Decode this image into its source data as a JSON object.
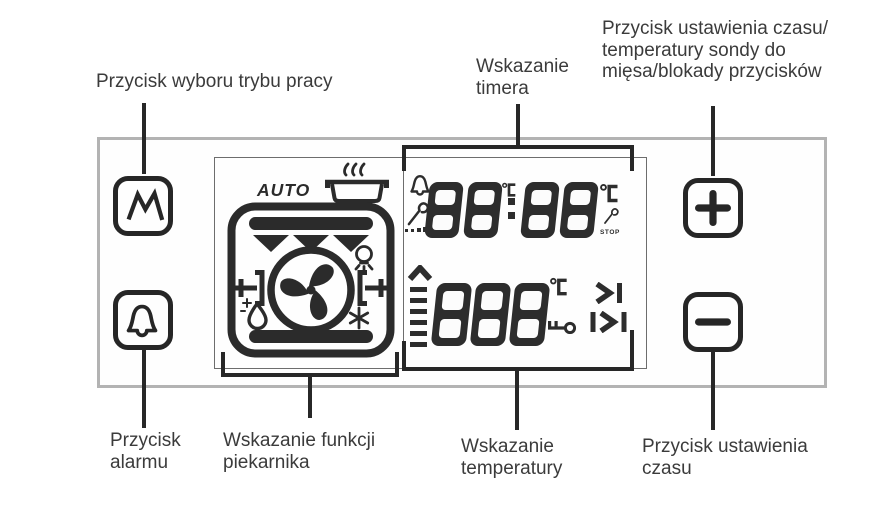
{
  "colors": {
    "icon": "#2b2b2b",
    "line": "#272727",
    "panel_border": "#b3b3b3",
    "label_text": "#3b3b3b",
    "display_segment": "#2d2d2d",
    "background": "#ffffff"
  },
  "labels": {
    "mode_button": {
      "lines": [
        "Przycisk wyboru trybu pracy"
      ]
    },
    "timer_indicator": {
      "lines": [
        "Wskazanie",
        "timera"
      ]
    },
    "time_probe_lock_button": {
      "lines": [
        "Przycisk ustawienia czasu/",
        "temperatury sondy do",
        "mięsa/blokady przycisków"
      ]
    },
    "alarm_button": {
      "lines": [
        "Przycisk",
        "alarmu"
      ]
    },
    "oven_function_indicator": {
      "lines": [
        "Wskazanie funkcji",
        "piekarnika"
      ]
    },
    "temperature_indicator": {
      "lines": [
        "Wskazanie",
        "temperatury"
      ]
    },
    "time_set_button": {
      "lines": [
        "Przycisk ustawienia",
        "czasu"
      ]
    }
  },
  "display": {
    "auto_label": "AUTO",
    "timer_value": "88:88",
    "timer_degree_units": [
      "°C",
      "°C"
    ],
    "stop_label": "STOP",
    "temperature_value": "888",
    "temperature_degree_unit": "°C"
  },
  "buttons": {
    "mode": {
      "label": "M"
    },
    "alarm": {
      "label": "alarm bell"
    },
    "plus": {
      "label": "+"
    },
    "minus": {
      "label": "−"
    }
  }
}
